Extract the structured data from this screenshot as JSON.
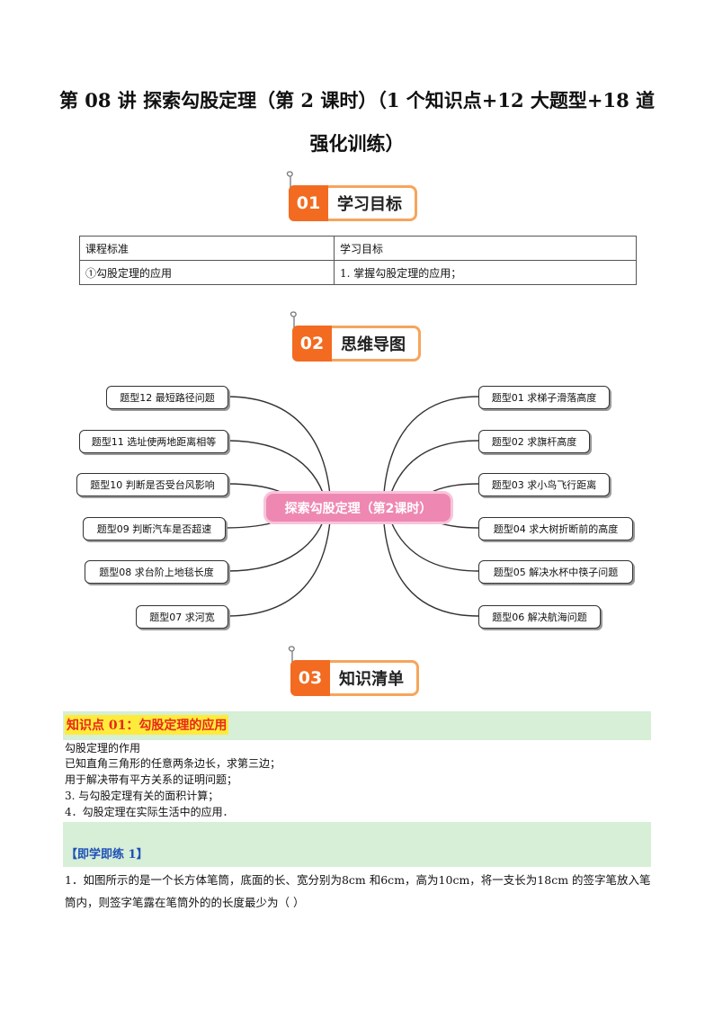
{
  "title": "第 08 讲  探索勾股定理（第 2 课时）（1 个知识点+12 大题型+18 道强化训练）",
  "sections": [
    {
      "num": "01",
      "label": "学习目标"
    },
    {
      "num": "02",
      "label": "思维导图"
    },
    {
      "num": "03",
      "label": "知识清单"
    }
  ],
  "goals_table": {
    "headers": [
      "课程标准",
      "学习目标"
    ],
    "rows": [
      [
        "①勾股定理的应用",
        "1. 掌握勾股定理的应用；"
      ]
    ]
  },
  "mindmap": {
    "center": "探索勾股定理（第2课时）",
    "left": [
      "题型12  最短路径问题",
      "题型11  选址使两地距离相等",
      "题型10  判断是否受台风影响",
      "题型09  判断汽车是否超速",
      "题型08  求台阶上地毯长度",
      "题型07  求河宽"
    ],
    "right": [
      "题型01  求梯子滑落高度",
      "题型02  求旗杆高度",
      "题型03  求小鸟飞行距离",
      "题型04  求大树折断前的高度",
      "题型05  解决水杯中筷子问题",
      "题型06  解决航海问题"
    ]
  },
  "knowledge": {
    "header": "知识点 01：勾股定理的应用",
    "lines": [
      "勾股定理的作用",
      "已知直角三角形的任意两条边长，求第三边；",
      "用于解决带有平方关系的证明问题；",
      "3.    与勾股定理有关的面积计算；",
      "4．勾股定理在实际生活中的应用．"
    ]
  },
  "practice": {
    "header": "【即学即练 1】",
    "question": "1．如图所示的是一个长方体笔筒，底面的长、宽分别为8cm 和6cm，高为10cm，将一支长为18cm 的签字笔放入笔筒内，则签字笔露在笔筒外的的长度最少为（    ）"
  },
  "colors": {
    "badge_orange": "#f26b21",
    "center_pink": "#ee88b3",
    "highlight_green": "#d7eed7",
    "kp_red": "#e8281b",
    "practice_blue": "#1d4fb7"
  }
}
